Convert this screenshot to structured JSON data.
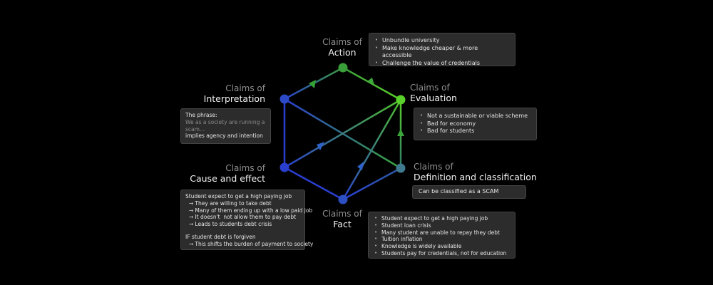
{
  "nodes": {
    "action": {
      "prefix": "Claims of",
      "name": "Action",
      "color": "#3a9e3a"
    },
    "evaluation": {
      "prefix": "Claims of",
      "name": "Evaluation",
      "color": "#5ad12a"
    },
    "definition": {
      "prefix": "Claims of",
      "name": "Definition and classification",
      "color": "#3f7a8f"
    },
    "fact": {
      "prefix": "Claims of",
      "name": "Fact",
      "color": "#2d4fc4"
    },
    "cause": {
      "prefix": "Claims of",
      "name": "Cause and effect",
      "color": "#2a3fd0"
    },
    "interpretation": {
      "prefix": "Claims of",
      "name": "Interpretation",
      "color": "#2c49c8"
    }
  },
  "boxes": {
    "action": {
      "items": [
        "Unbundle university",
        "Make knowledge cheaper & more accessible",
        "Challenge the value of credentials"
      ]
    },
    "evaluation": {
      "items": [
        "Not a sustainable or viable scheme",
        "Bad for economy",
        "Bad for students"
      ]
    },
    "definition": {
      "text": "Can be classified as a SCAM"
    },
    "interpretation": {
      "line1": "The phrase:",
      "line2": "We as a society are running a",
      "line3": "scam...",
      "line4": "implies agency and intention"
    },
    "cause": {
      "lines": [
        "Student expect to get a high paying job",
        "  → They are willing to take debt",
        "  → Many of them ending up with a low paid job",
        "  → It doesn't  not allow them to pay debt",
        "  → Leads to students debt crisis",
        "",
        "IF student debt is forgiven",
        "  → This shifts the burden of payment to society"
      ]
    },
    "fact": {
      "items": [
        "Student expect to get a high paying job",
        "Student loan crisis",
        "Many student are unable to repay they debt",
        "Tuition inflation",
        "Knowledge is widely available",
        "Students pay for credentials, not for education"
      ]
    }
  }
}
